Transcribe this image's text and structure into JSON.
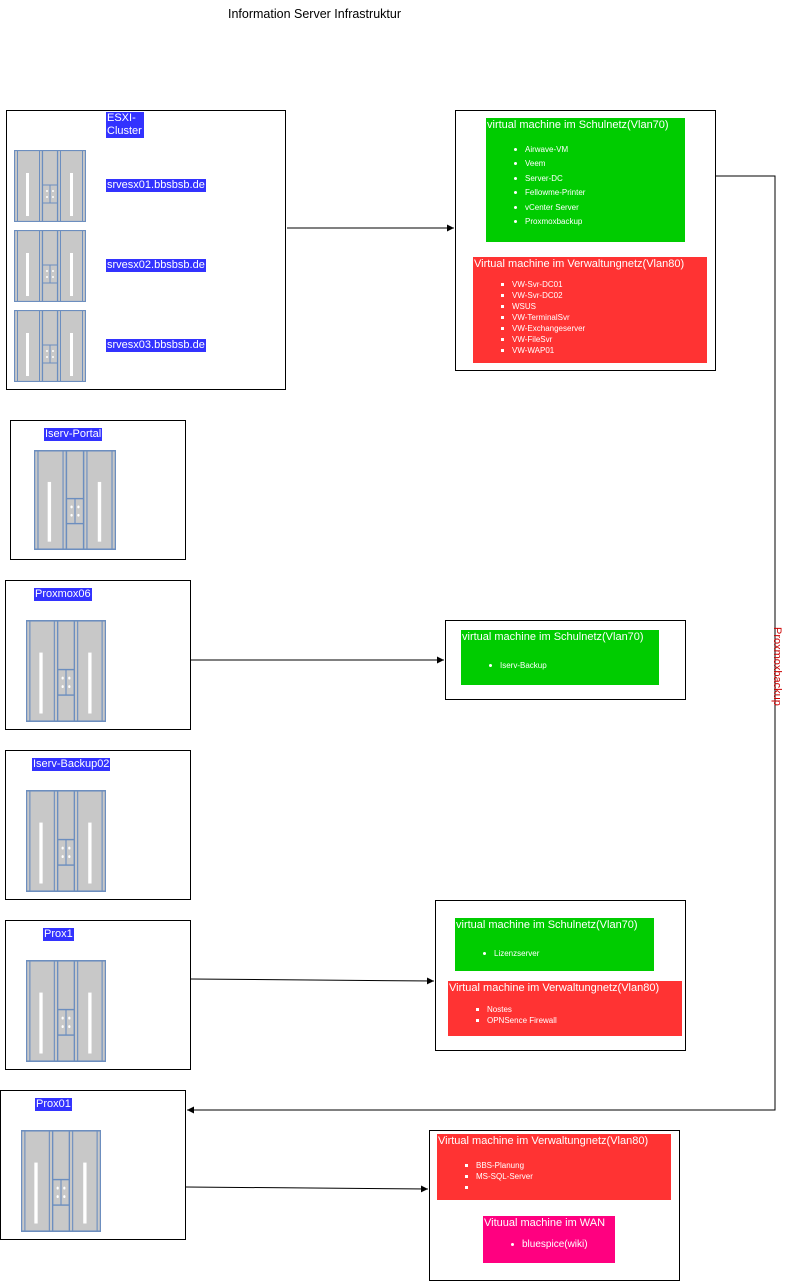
{
  "diagram": {
    "title": "Information Server Infrastruktur",
    "edge_label": "Proxmoxbackup",
    "esxi": {
      "cluster_label": "ESXI-\nCluster",
      "hosts": [
        "srvesx01.bbsbsb.de",
        "srvesx02.bbsbsb.de",
        "srvesx03.bbsbsb.de"
      ]
    },
    "iserv_portal": {
      "label": "Iserv-Portal"
    },
    "proxmox06": {
      "label": "Proxmox06"
    },
    "iserv_backup02": {
      "label": "Iserv-Backup02"
    },
    "prox1": {
      "label": "Prox1"
    },
    "prox01": {
      "label": "Prox01"
    },
    "vm_groups": {
      "esxi_schulnetz": {
        "title": "virtual machine im Schulnetz(Vlan70)",
        "items": [
          "Airwave-VM",
          "Veem",
          "Server-DC",
          "Fellowme-Printer",
          "vCenter Server",
          "Proxmoxbackup"
        ]
      },
      "esxi_verwaltung": {
        "title": "Virtual machine im  Verwaltungnetz(Vlan80)",
        "items": [
          "VW-Svr-DC01",
          "VW-Svr-DC02",
          "WSUS",
          "VW-TerminalSvr",
          "VW-Exchangeserver",
          "VW-FileSvr",
          "VW-WAP01"
        ]
      },
      "proxmox06_schulnetz": {
        "title": "virtual machine im Schulnetz(Vlan70)",
        "items": [
          "Iserv-Backup"
        ]
      },
      "prox1_schulnetz": {
        "title": "virtual machine im Schulnetz(Vlan70)",
        "items": [
          "Lizenzserver"
        ]
      },
      "prox1_verwaltung": {
        "title": "Virtual machine im  Verwaltungnetz(Vlan80)",
        "items": [
          "Nostes",
          "OPNSence Firewall"
        ]
      },
      "prox01_verwaltung": {
        "title": "Virtual machine im  Verwaltungnetz(Vlan80)",
        "items": [
          "BBS-Planung",
          "MS-SQL-Server",
          ""
        ]
      },
      "prox01_wan": {
        "title": "Vituual machine im WAN",
        "items": [
          "bluespice(wiki)"
        ]
      }
    }
  },
  "colors": {
    "label_blue": "#3333ff",
    "vlan70_green": "#00cc00",
    "vlan80_red": "#ff3333",
    "wan_pink": "#ff0080",
    "server_fill": "#c8c8c8",
    "server_stroke": "#6c8ebf",
    "edge_label_red": "#cc0000"
  },
  "icons": [
    "server-icon"
  ]
}
